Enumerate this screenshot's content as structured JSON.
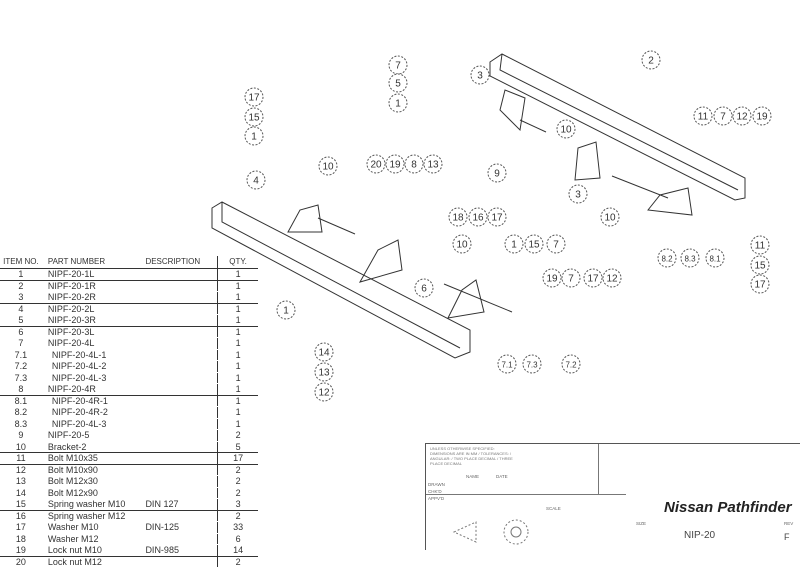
{
  "drawing": {
    "balloons": [
      "17",
      "15",
      "1",
      "4",
      "10",
      "20",
      "19",
      "8",
      "13",
      "7",
      "5",
      "1",
      "3",
      "2",
      "10",
      "11",
      "7",
      "12",
      "19",
      "9",
      "3",
      "18",
      "16",
      "17",
      "10",
      "1",
      "15",
      "7",
      "10",
      "8.2",
      "8.3",
      "8.1",
      "11",
      "15",
      "17",
      "19",
      "7",
      "17",
      "12",
      "6",
      "1",
      "14",
      "13",
      "12",
      "7.1",
      "7.3",
      "7.2"
    ]
  },
  "bom": {
    "headers": {
      "item": "ITEM NO.",
      "part": "PART NUMBER",
      "desc": "DESCRIPTION",
      "qty": "QTY."
    },
    "rows": [
      {
        "item": "1",
        "part": "NIPF-20-1L",
        "desc": "",
        "qty": "1",
        "sub": false
      },
      {
        "item": "2",
        "part": "NIPF-20-1R",
        "desc": "",
        "qty": "1",
        "sub": false
      },
      {
        "item": "3",
        "part": "NIPF-20-2R",
        "desc": "",
        "qty": "1",
        "sub": false
      },
      {
        "item": "4",
        "part": "NIPF-20-2L",
        "desc": "",
        "qty": "1",
        "sub": false
      },
      {
        "item": "5",
        "part": "NIPF-20-3R",
        "desc": "",
        "qty": "1",
        "sub": false
      },
      {
        "item": "6",
        "part": "NIPF-20-3L",
        "desc": "",
        "qty": "1",
        "sub": false
      },
      {
        "item": "7",
        "part": "NIPF-20-4L",
        "desc": "",
        "qty": "1",
        "sub": false
      },
      {
        "item": "7.1",
        "part": "NIPF-20-4L-1",
        "desc": "",
        "qty": "1",
        "sub": true
      },
      {
        "item": "7.2",
        "part": "NIPF-20-4L-2",
        "desc": "",
        "qty": "1",
        "sub": true
      },
      {
        "item": "7.3",
        "part": "NIPF-20-4L-3",
        "desc": "",
        "qty": "1",
        "sub": true
      },
      {
        "item": "8",
        "part": "NIPF-20-4R",
        "desc": "",
        "qty": "1",
        "sub": false
      },
      {
        "item": "8.1",
        "part": "NIPF-20-4R-1",
        "desc": "",
        "qty": "1",
        "sub": true
      },
      {
        "item": "8.2",
        "part": "NIPF-20-4R-2",
        "desc": "",
        "qty": "1",
        "sub": true
      },
      {
        "item": "8.3",
        "part": "NIPF-20-4L-3",
        "desc": "",
        "qty": "1",
        "sub": true
      },
      {
        "item": "9",
        "part": "NIPF-20-5",
        "desc": "",
        "qty": "2",
        "sub": false
      },
      {
        "item": "10",
        "part": "Bracket-2",
        "desc": "",
        "qty": "5",
        "sub": false
      },
      {
        "item": "11",
        "part": "Bolt M10x35",
        "desc": "",
        "qty": "17",
        "sub": false
      },
      {
        "item": "12",
        "part": "Bolt M10x90",
        "desc": "",
        "qty": "2",
        "sub": false
      },
      {
        "item": "13",
        "part": "Bolt M12x30",
        "desc": "",
        "qty": "2",
        "sub": false
      },
      {
        "item": "14",
        "part": "Bolt M12x90",
        "desc": "",
        "qty": "2",
        "sub": false
      },
      {
        "item": "15",
        "part": "Spring washer M10",
        "desc": "DIN 127",
        "qty": "3",
        "sub": false
      },
      {
        "item": "16",
        "part": "Spring washer M12",
        "desc": "",
        "qty": "2",
        "sub": false
      },
      {
        "item": "17",
        "part": "Washer M10",
        "desc": "DIN-125",
        "qty": "33",
        "sub": false
      },
      {
        "item": "18",
        "part": "Washer M12",
        "desc": "",
        "qty": "6",
        "sub": false
      },
      {
        "item": "19",
        "part": "Lock nut M10",
        "desc": "DIN-985",
        "qty": "14",
        "sub": false
      },
      {
        "item": "20",
        "part": "Lock nut M12",
        "desc": "",
        "qty": "2",
        "sub": false
      }
    ]
  },
  "title_block": {
    "notes": "UNLESS OTHERWISE SPECIFIED: DIMENSIONS ARE IN MM / TOLERANCES: / ANGULAR: / TWO PLACE DECIMAL / THREE PLACE DECIMAL",
    "name_label": "NAME",
    "date_label": "DATE",
    "drawn_label": "DRAWN",
    "checked_label": "CHK'D",
    "appv_label": "APPV'D",
    "scale_label": "SCALE",
    "size_label": "SIZE",
    "rev_label": "REV",
    "title": "Nissan Pathfinder",
    "dwg_no": "NIP-20",
    "rev": "F"
  }
}
